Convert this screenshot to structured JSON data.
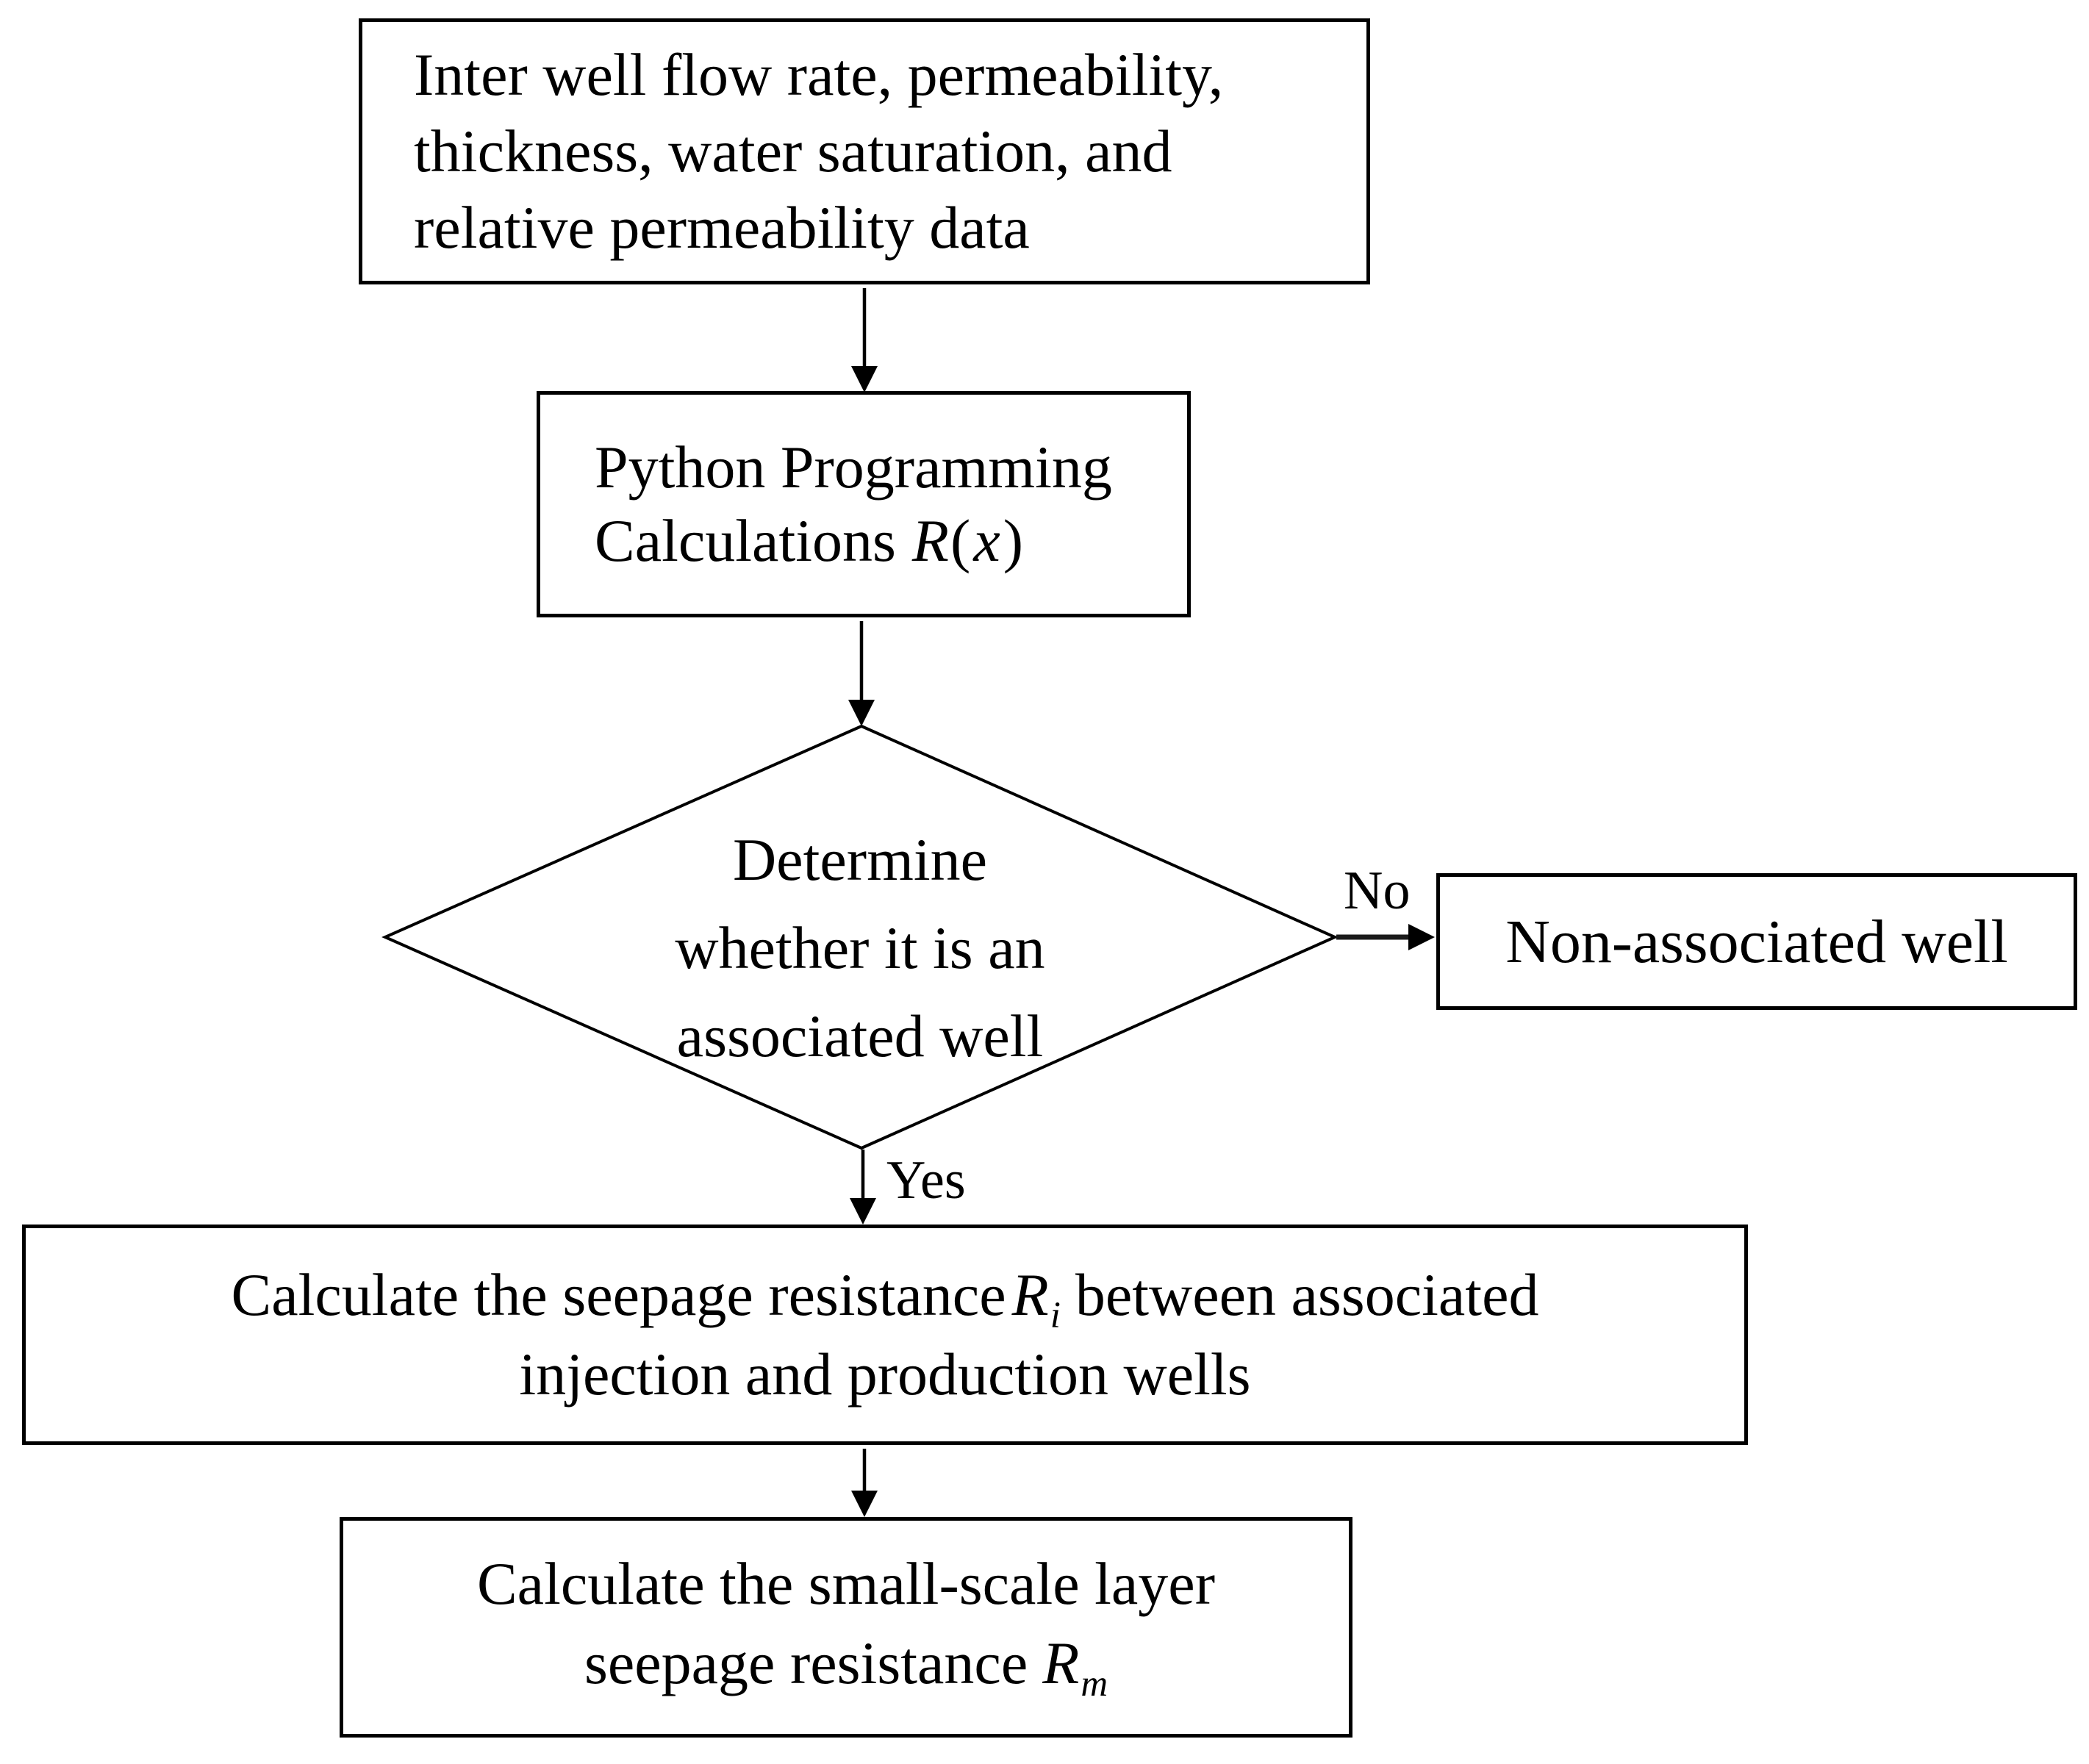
{
  "figure": {
    "type": "flowchart",
    "colors": {
      "background": "#ffffff",
      "stroke": "#000000",
      "text": "#000000"
    }
  },
  "nodes": {
    "input_data": {
      "lines": [
        "Inter well flow rate, permeability,",
        "thickness, water saturation, and",
        "relative permeability data"
      ]
    },
    "python_calc": {
      "line1": "Python Programming",
      "line2_label": "Calculations",
      "formula_symbol": "R",
      "formula_open": "(",
      "formula_variable": "x",
      "formula_close": ")"
    },
    "decision": {
      "lines": [
        "Determine",
        "whether it is an",
        "associated well"
      ]
    },
    "non_associated": {
      "label": "Non-associated well"
    },
    "seepage_resistance": {
      "line1_before": "Calculate the seepage resistance",
      "symbol": "R",
      "subscript": "i",
      "line1_after": "between associated",
      "line2": "injection and production wells"
    },
    "small_scale": {
      "line1": "Calculate the small-scale layer",
      "line2_before": "seepage resistance",
      "symbol": "R",
      "subscript": "m"
    }
  },
  "edge_labels": {
    "yes": "Yes",
    "no": "No"
  }
}
